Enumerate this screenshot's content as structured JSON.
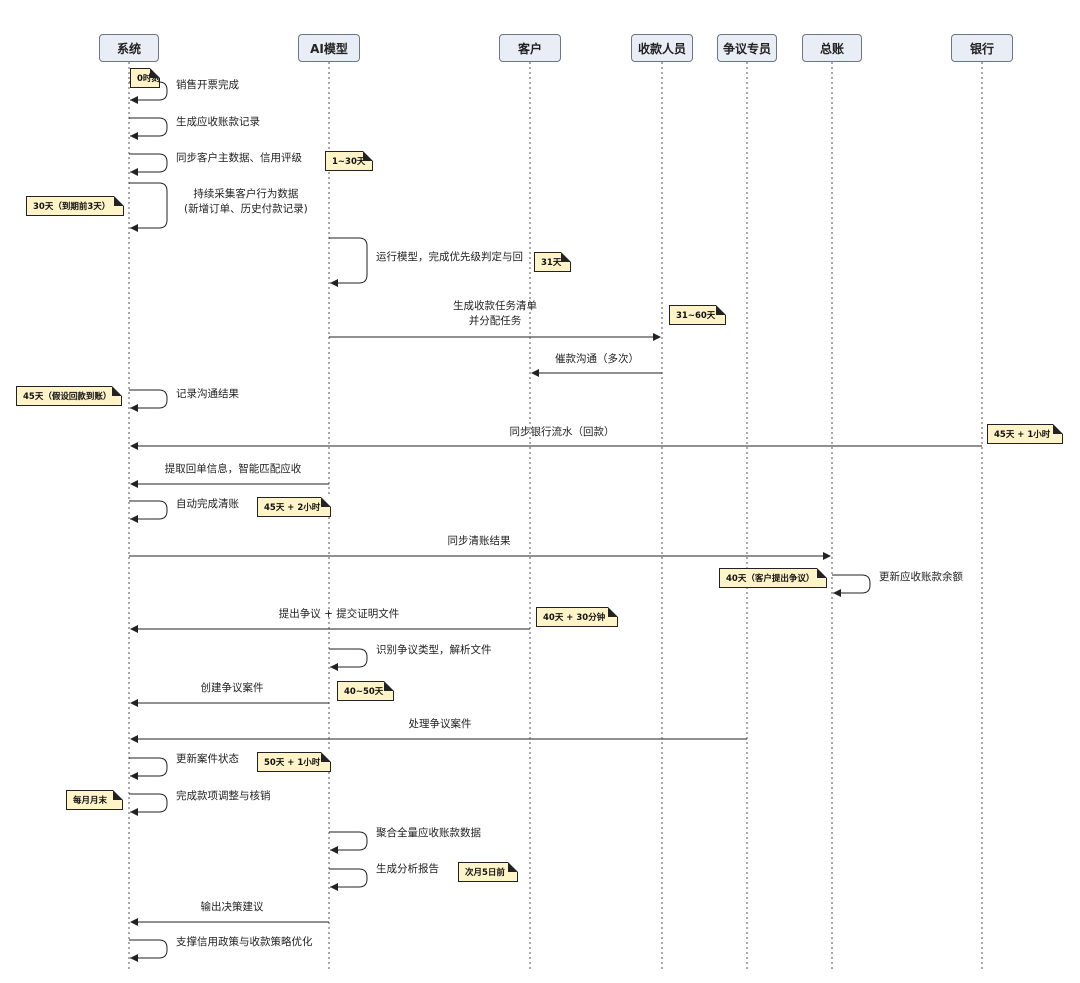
{
  "participants": [
    {
      "id": "sys",
      "label": "系统"
    },
    {
      "id": "ai",
      "label": "AI模型"
    },
    {
      "id": "cust",
      "label": "客户"
    },
    {
      "id": "coll",
      "label": "收款人员"
    },
    {
      "id": "disp",
      "label": "争议专员"
    },
    {
      "id": "gl",
      "label": "总账"
    },
    {
      "id": "bank",
      "label": "银行"
    }
  ],
  "messages": [
    {
      "id": "m1",
      "from": "sys",
      "to": "sys",
      "label": "销售开票完成"
    },
    {
      "id": "m2",
      "from": "sys",
      "to": "sys",
      "label": "生成应收账款记录"
    },
    {
      "id": "m3",
      "from": "sys",
      "to": "sys",
      "label": "同步客户主数据、信用评级"
    },
    {
      "id": "m4",
      "from": "sys",
      "to": "sys",
      "label": "持续采集客户行为数据\n(新增订单、历史付款记录)"
    },
    {
      "id": "m5",
      "from": "ai",
      "to": "ai",
      "label": "运行模型，完成优先级判定与回"
    },
    {
      "id": "m6",
      "from": "ai",
      "to": "coll",
      "label": "生成收款任务清单\n并分配任务"
    },
    {
      "id": "m7",
      "from": "coll",
      "to": "cust",
      "label": "催款沟通（多次）"
    },
    {
      "id": "m8",
      "from": "sys",
      "to": "sys",
      "label": "记录沟通结果"
    },
    {
      "id": "m9",
      "from": "bank",
      "to": "sys",
      "label": "同步银行流水（回款）"
    },
    {
      "id": "m10",
      "from": "ai",
      "to": "sys",
      "label": "提取回单信息，智能匹配应收"
    },
    {
      "id": "m11",
      "from": "sys",
      "to": "sys",
      "label": "自动完成清账"
    },
    {
      "id": "m12",
      "from": "sys",
      "to": "gl",
      "label": "同步清账结果"
    },
    {
      "id": "m13",
      "from": "gl",
      "to": "gl",
      "label": "更新应收账款余额"
    },
    {
      "id": "m14",
      "from": "cust",
      "to": "sys",
      "label": "提出争议 + 提交证明文件"
    },
    {
      "id": "m15",
      "from": "ai",
      "to": "ai",
      "label": "识别争议类型，解析文件"
    },
    {
      "id": "m16",
      "from": "ai",
      "to": "sys",
      "label": "创建争议案件"
    },
    {
      "id": "m17",
      "from": "disp",
      "to": "sys",
      "label": "处理争议案件"
    },
    {
      "id": "m18",
      "from": "sys",
      "to": "sys",
      "label": "更新案件状态"
    },
    {
      "id": "m19",
      "from": "sys",
      "to": "sys",
      "label": "完成款项调整与核销"
    },
    {
      "id": "m20",
      "from": "ai",
      "to": "ai",
      "label": "聚合全量应收账款数据"
    },
    {
      "id": "m21",
      "from": "ai",
      "to": "ai",
      "label": "生成分析报告"
    },
    {
      "id": "m22",
      "from": "ai",
      "to": "sys",
      "label": "输出决策建议"
    },
    {
      "id": "m23",
      "from": "sys",
      "to": "sys",
      "label": "支撑信用政策与收款策略优化"
    }
  ],
  "notes": [
    {
      "id": "n1",
      "text": "0时刻"
    },
    {
      "id": "n2",
      "text": "1~30天"
    },
    {
      "id": "n3",
      "text": "30天（到期前3天）"
    },
    {
      "id": "n4",
      "text": "31天"
    },
    {
      "id": "n5",
      "text": "31~60天"
    },
    {
      "id": "n6",
      "text": "45天（假设回款到账）"
    },
    {
      "id": "n7",
      "text": "45天 + 1小时"
    },
    {
      "id": "n8",
      "text": "45天 + 2小时"
    },
    {
      "id": "n9",
      "text": "40天（客户提出争议）"
    },
    {
      "id": "n10",
      "text": "40天 + 30分钟"
    },
    {
      "id": "n11",
      "text": "40~50天"
    },
    {
      "id": "n12",
      "text": "50天 + 1小时"
    },
    {
      "id": "n13",
      "text": "每月月末"
    },
    {
      "id": "n14",
      "text": "次月5日前"
    }
  ],
  "colors": {
    "header_bg": "#e9edf6",
    "header_border": "#6b7686",
    "note_bg": "#fff4c8",
    "line": "#222222"
  }
}
